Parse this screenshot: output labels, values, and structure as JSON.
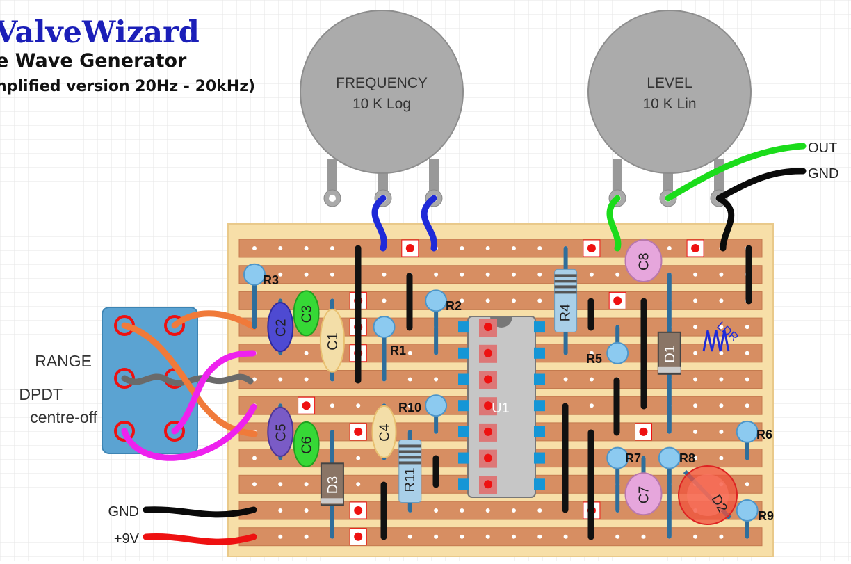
{
  "title": {
    "brand": "ValveWizard",
    "subtitle": "e Wave Generator",
    "note": "nplified version 20Hz - 20kHz)"
  },
  "pots": [
    {
      "id": "frequency",
      "name": "FREQUENCY",
      "value": "10 K Log"
    },
    {
      "id": "level",
      "name": "LEVEL",
      "value": "10 K Lin"
    }
  ],
  "switch": {
    "line1": "RANGE",
    "line2": "DPDT",
    "line3": "centre-off"
  },
  "connectors": {
    "out": "OUT",
    "gnd_top": "GND",
    "gnd_power": "GND",
    "vplus": "+9V"
  },
  "ic": {
    "label": "U1"
  },
  "components": {
    "resistors": [
      "R1",
      "R2",
      "R3",
      "R4",
      "R5",
      "R6",
      "R7",
      "R8",
      "R9",
      "R10",
      "R11"
    ],
    "capacitors": [
      "C1",
      "C2",
      "C3",
      "C4",
      "C5",
      "C6",
      "C7",
      "C8"
    ],
    "diodes": [
      "D1",
      "D2",
      "D3"
    ],
    "ldr": "LDR"
  },
  "colors": {
    "board": "#f7dfa8",
    "strip": "#d78e62",
    "wire_blue": "#1f2ad8",
    "wire_green": "#1bdc1b",
    "wire_black": "#0a0a0a",
    "wire_red": "#ee1111",
    "wire_orange": "#f07a3a",
    "wire_magenta": "#ee22ee",
    "wire_gray": "#6a6a6a",
    "pot": "#ababab",
    "switch_body": "#5ba3d2",
    "ic_body": "#c6c6c6",
    "title_blue": "#1b1fb8"
  }
}
